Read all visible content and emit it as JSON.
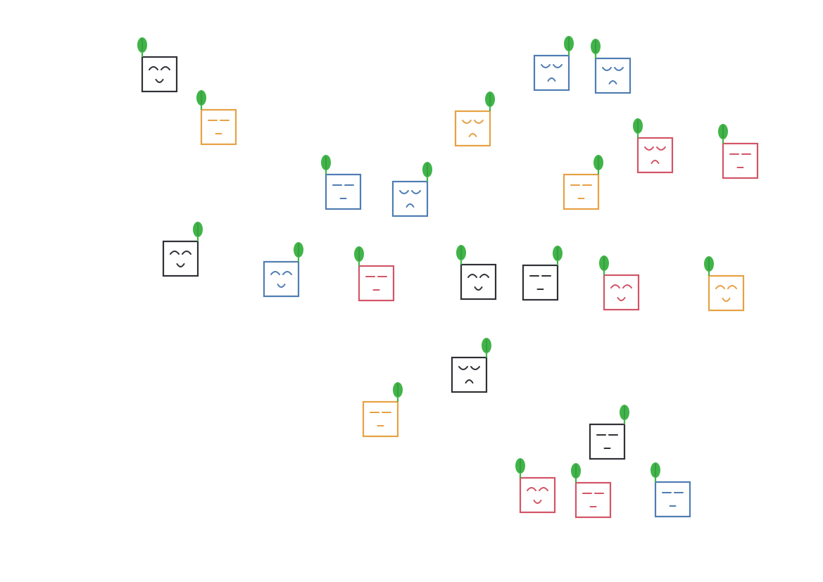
{
  "colors": {
    "black": "#2f3136",
    "blue": "#4f7db3",
    "orange": "#e7a144",
    "red": "#d25566",
    "leaf": "#41b449"
  },
  "faces": [
    {
      "mood": "happy",
      "color": "black",
      "leaf_side": "left"
    },
    {
      "mood": "neutral",
      "color": "orange",
      "leaf_side": "left"
    },
    {
      "mood": "sad",
      "color": "blue",
      "leaf_side": "right"
    },
    {
      "mood": "sad",
      "color": "blue",
      "leaf_side": "left"
    },
    {
      "mood": "sad",
      "color": "orange",
      "leaf_side": "right"
    },
    {
      "mood": "sad",
      "color": "red",
      "leaf_side": "left"
    },
    {
      "mood": "neutral",
      "color": "red",
      "leaf_side": "left"
    },
    {
      "mood": "neutral",
      "color": "blue",
      "leaf_side": "left"
    },
    {
      "mood": "sad",
      "color": "blue",
      "leaf_side": "right"
    },
    {
      "mood": "neutral",
      "color": "orange",
      "leaf_side": "right"
    },
    {
      "mood": "happy",
      "color": "black",
      "leaf_side": "right"
    },
    {
      "mood": "happy",
      "color": "blue",
      "leaf_side": "right"
    },
    {
      "mood": "neutral",
      "color": "red",
      "leaf_side": "left"
    },
    {
      "mood": "happy",
      "color": "black",
      "leaf_side": "left"
    },
    {
      "mood": "neutral",
      "color": "black",
      "leaf_side": "right"
    },
    {
      "mood": "happy",
      "color": "red",
      "leaf_side": "left"
    },
    {
      "mood": "happy",
      "color": "orange",
      "leaf_side": "left"
    },
    {
      "mood": "sad",
      "color": "black",
      "leaf_side": "right"
    },
    {
      "mood": "neutral",
      "color": "orange",
      "leaf_side": "right"
    },
    {
      "mood": "neutral",
      "color": "black",
      "leaf_side": "right"
    },
    {
      "mood": "happy",
      "color": "red",
      "leaf_side": "left"
    },
    {
      "mood": "neutral",
      "color": "red",
      "leaf_side": "left"
    },
    {
      "mood": "neutral",
      "color": "blue",
      "leaf_side": "left"
    }
  ]
}
